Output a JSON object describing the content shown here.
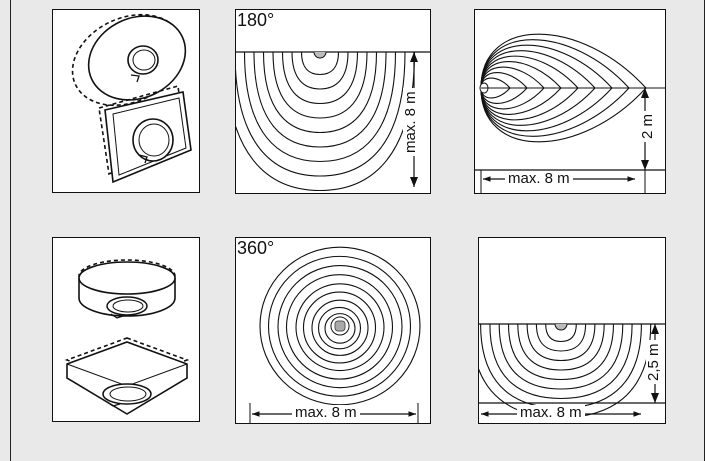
{
  "colors": {
    "background": "#e9e9e9",
    "panel": "#ffffff",
    "line": "#111111"
  },
  "wall_mount": {
    "angle_label": "180°",
    "front_range_label": "max. 8 m",
    "side_range_label": "max. 8 m",
    "height_label": "2 m"
  },
  "ceiling_mount": {
    "angle_label": "360°",
    "top_range_label": "max. 8 m",
    "side_range_label": "max. 8 m",
    "height_label": "2,5 m"
  }
}
